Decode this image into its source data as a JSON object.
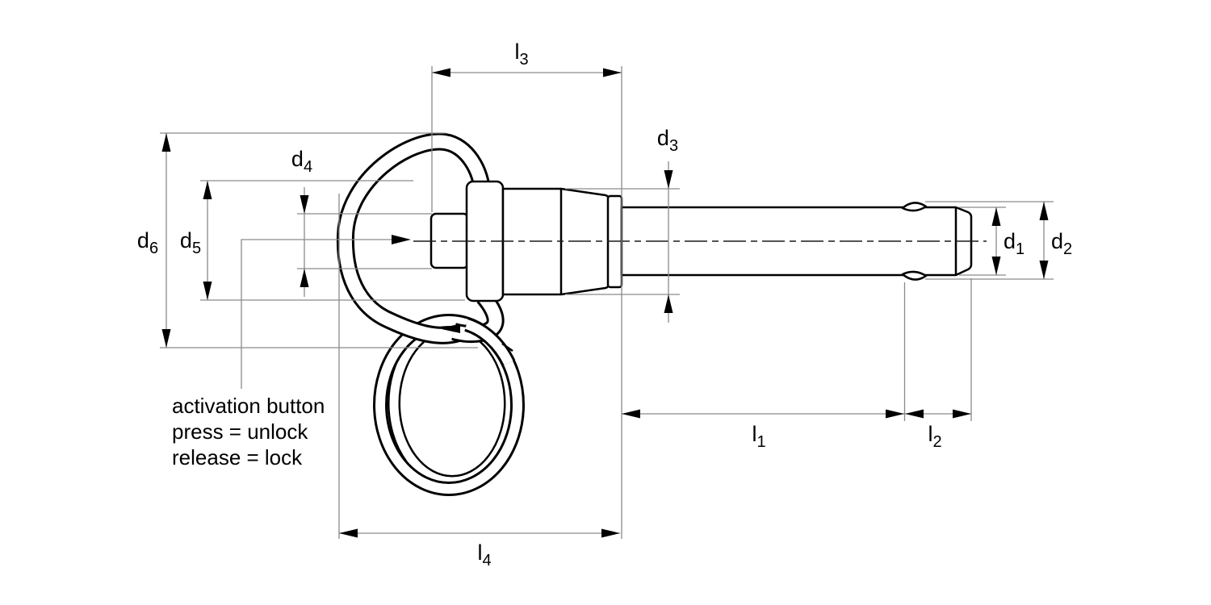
{
  "labels": {
    "l1": {
      "base": "l",
      "sub": "1"
    },
    "l2": {
      "base": "l",
      "sub": "2"
    },
    "l3": {
      "base": "l",
      "sub": "3"
    },
    "l4": {
      "base": "l",
      "sub": "4"
    },
    "d1": {
      "base": "d",
      "sub": "1"
    },
    "d2": {
      "base": "d",
      "sub": "2"
    },
    "d3": {
      "base": "d",
      "sub": "3"
    },
    "d4": {
      "base": "d",
      "sub": "4"
    },
    "d5": {
      "base": "d",
      "sub": "5"
    },
    "d6": {
      "base": "d",
      "sub": "6"
    }
  },
  "annotation": {
    "line1": "activation button",
    "line2": "press = unlock",
    "line3": "release = lock"
  },
  "colors": {
    "background": "#ffffff",
    "outline": "#000000",
    "dimension_line": "#8a8a8a",
    "text": "#000000"
  }
}
